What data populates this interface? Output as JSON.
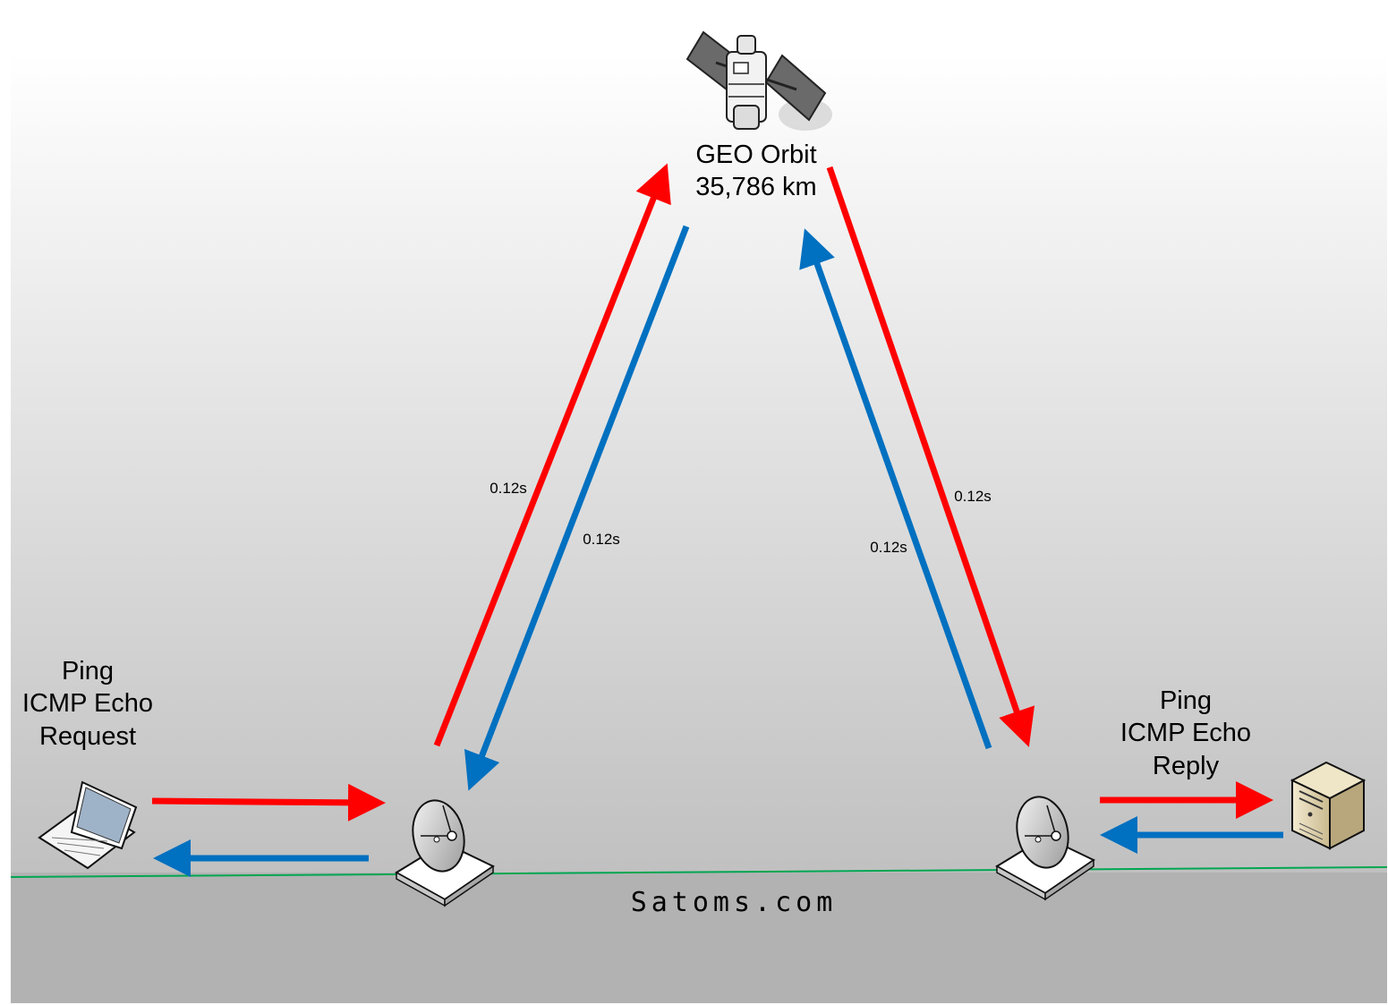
{
  "satellite": {
    "label_line1": "GEO Orbit",
    "label_line2": "35,786 km"
  },
  "left": {
    "line1": "Ping",
    "line2": "ICMP Echo",
    "line3": "Request"
  },
  "right": {
    "line1": "Ping",
    "line2": "ICMP Echo",
    "line3": "Reply"
  },
  "delays": {
    "up_left": "0.12s",
    "down_left": "0.12s",
    "up_right": "0.12s",
    "down_right": "0.12s"
  },
  "footer": {
    "brand": "Satoms.com"
  },
  "colors": {
    "request": "#ff0000",
    "reply": "#0070c0",
    "ground_line": "#00a651"
  },
  "icons": [
    "satellite-icon",
    "laptop-icon",
    "dish-icon",
    "server-icon"
  ]
}
